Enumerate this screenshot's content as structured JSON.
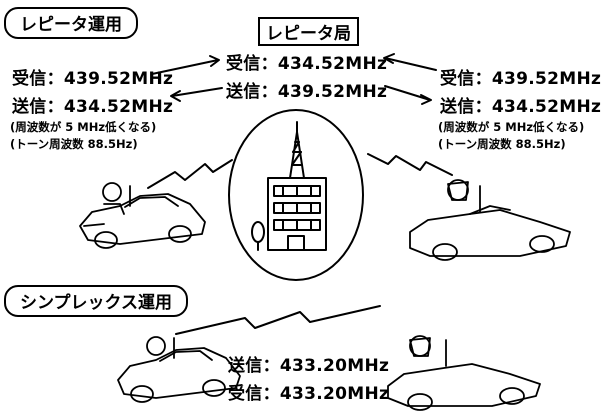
{
  "repeater_mode": {
    "title": "レピータ運用",
    "station_label": "レピータ局",
    "station_rx": "受信：434.52MHz",
    "station_tx": "送信：439.52MHz",
    "left_rx": "受信：439.52MHz",
    "left_tx": "送信：434.52MHz",
    "left_note1": "(周波数が 5 MHz低くなる)",
    "left_note2": "(トーン周波数 88.5Hz)",
    "right_rx": "受信：439.52MHz",
    "right_tx": "送信：434.52MHz",
    "right_note1": "(周波数が 5 MHz低くなる)",
    "right_note2": "(トーン周波数 88.5Hz)"
  },
  "simplex_mode": {
    "title": "シンプレックス運用",
    "tx": "送信：433.20MHz",
    "rx": "受信：433.20MHz"
  }
}
